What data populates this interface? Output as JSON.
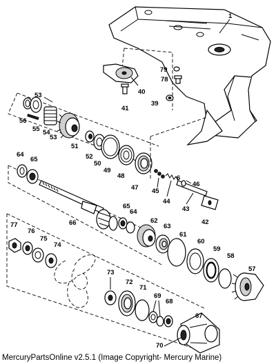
{
  "caption": "MercuryPartsOnline v2.5.1 (Image Copyright- Mercury Marine)",
  "callouts": {
    "c1": "1",
    "c79": "79",
    "c78": "78",
    "c40": "40",
    "c41": "41",
    "c39": "39",
    "c53a": "53",
    "c56": "56",
    "c55": "55",
    "c54": "54",
    "c53b": "53",
    "c51": "51",
    "c52": "52",
    "c50": "50",
    "c49": "49",
    "c48": "48",
    "c47": "47",
    "c45": "45",
    "c44": "44",
    "c6": "6",
    "c46": "46",
    "c43": "43",
    "c42": "42",
    "c64a": "64",
    "c65a": "65",
    "c66": "66",
    "c65b": "65",
    "c64b": "64",
    "c62": "62",
    "c63": "63",
    "c61": "61",
    "c60": "60",
    "c59": "59",
    "c58": "58",
    "c57": "57",
    "c77": "77",
    "c76": "76",
    "c75": "75",
    "c74": "74",
    "c73": "73",
    "c72": "72",
    "c71": "71",
    "c69": "69",
    "c68": "68",
    "c67": "67",
    "c70": "70"
  }
}
